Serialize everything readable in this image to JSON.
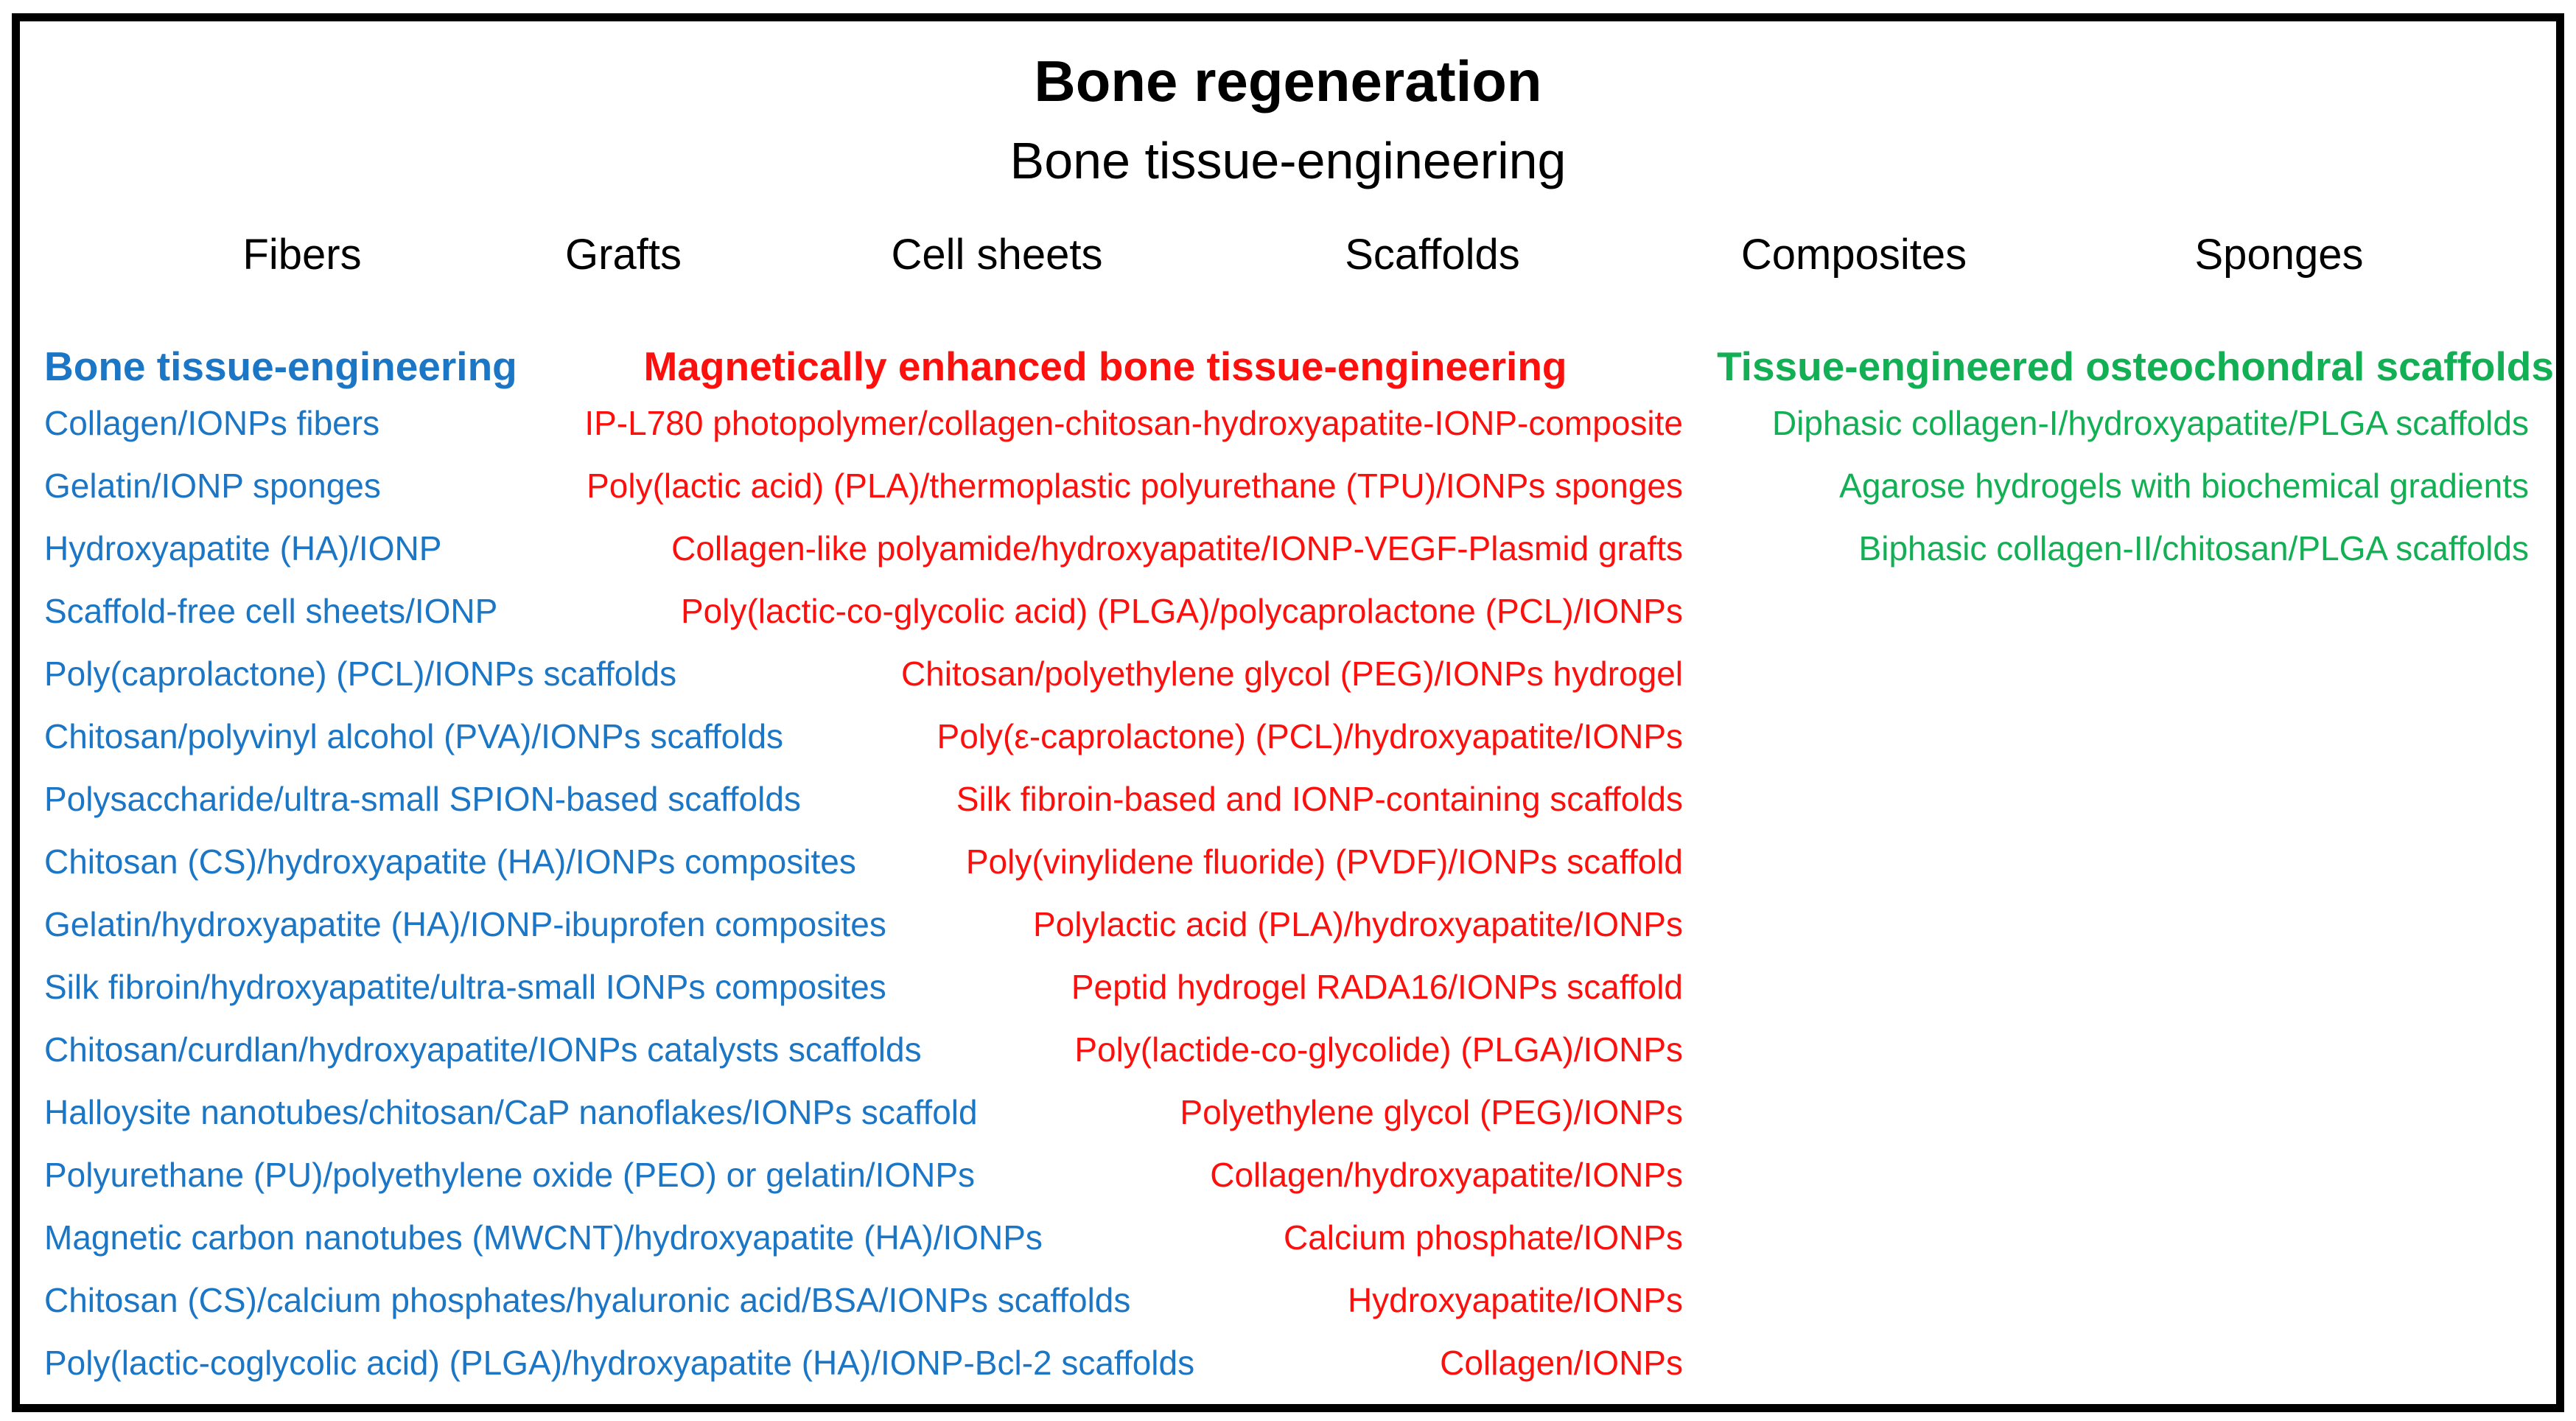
{
  "figure": {
    "title": "Bone regeneration",
    "subtitle": "Bone tissue-engineering",
    "categories": [
      "Fibers",
      "Grafts",
      "Cell sheets",
      "Scaffolds",
      "Composites",
      "Sponges"
    ],
    "text_color": "#000000",
    "border_color": "#000000",
    "background_color": "#ffffff",
    "columns": [
      {
        "header": "Bone tissue-engineering",
        "color": "#1b76c5",
        "items": [
          "Collagen/IONPs fibers",
          "Gelatin/IONP sponges",
          "Hydroxyapatite (HA)/IONP",
          "Scaffold-free cell sheets/IONP",
          "Poly(caprolactone) (PCL)/IONPs scaffolds",
          "Chitosan/polyvinyl alcohol (PVA)/IONPs scaffolds",
          "Polysaccharide/ultra-small SPION-based scaffolds",
          "Chitosan (CS)/hydroxyapatite (HA)/IONPs composites",
          "Gelatin/hydroxyapatite (HA)/IONP-ibuprofen composites",
          "Silk fibroin/hydroxyapatite/ultra-small IONPs composites",
          "Chitosan/curdlan/hydroxyapatite/IONPs catalysts scaffolds",
          "Halloysite nanotubes/chitosan/CaP nanoflakes/IONPs scaffold",
          "Polyurethane (PU)/polyethylene oxide (PEO) or gelatin/IONPs",
          "Magnetic carbon nanotubes (MWCNT)/hydroxyapatite (HA)/IONPs",
          "Chitosan (CS)/calcium phosphates/hyaluronic acid/BSA/IONPs scaffolds",
          "Poly(lactic-coglycolic acid) (PLGA)/hydroxyapatite (HA)/IONP-Bcl-2 scaffolds"
        ]
      },
      {
        "header": "Magnetically enhanced bone tissue-engineering",
        "color": "#fb100d",
        "items": [
          "IP-L780 photopolymer/collagen-chitosan-hydroxyapatite-IONP-composite",
          "Poly(lactic acid) (PLA)/thermoplastic polyurethane (TPU)/IONPs sponges",
          "Collagen-like polyamide/hydroxyapatite/IONP-VEGF-Plasmid grafts",
          "Poly(lactic-co-glycolic acid) (PLGA)/polycaprolactone (PCL)/IONPs",
          "Chitosan/polyethylene glycol (PEG)/IONPs hydrogel",
          "Poly(ε-caprolactone) (PCL)/hydroxyapatite/IONPs",
          "Silk fibroin-based and IONP-containing scaffolds",
          "Poly(vinylidene fluoride) (PVDF)/IONPs scaffold",
          "Polylactic acid (PLA)/hydroxyapatite/IONPs",
          "Peptid hydrogel RADA16/IONPs scaffold",
          "Poly(lactide-co-glycolide) (PLGA)/IONPs",
          "Polyethylene glycol (PEG)/IONPs",
          "Collagen/hydroxyapatite/IONPs",
          "Calcium phosphate/IONPs",
          "Hydroxyapatite/IONPs",
          "Collagen/IONPs"
        ]
      },
      {
        "header": "Tissue-engineered osteochondral scaffolds",
        "color": "#12af54",
        "items": [
          "Diphasic collagen-I/hydroxyapatite/PLGA scaffolds",
          "Agarose hydrogels with biochemical gradients",
          "Biphasic collagen-II/chitosan/PLGA scaffolds"
        ]
      }
    ]
  }
}
